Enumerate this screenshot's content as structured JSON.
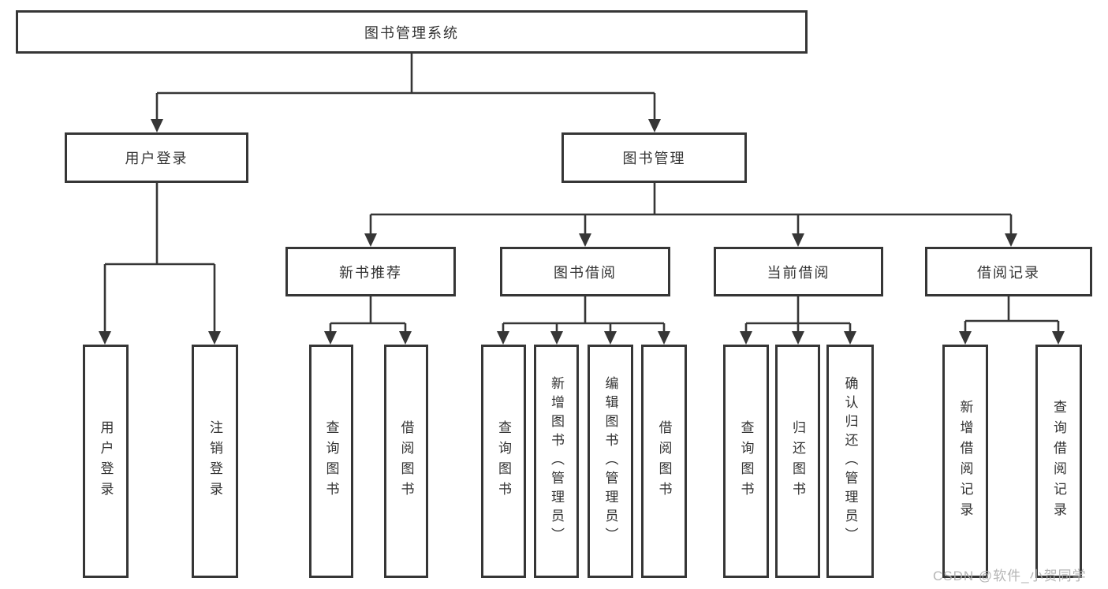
{
  "diagram": {
    "colors": {
      "line": "#363636",
      "box_border": "#363636",
      "text": "#333333",
      "background": "#ffffff",
      "watermark": "#afafaf"
    },
    "watermark": {
      "text": "CSDN @软件_小贺同学"
    },
    "tree": {
      "label": "图书管理系统",
      "children": [
        {
          "label": "用户登录",
          "children": [
            {
              "label": "用户登录"
            },
            {
              "label": "注销登录"
            }
          ]
        },
        {
          "label": "图书管理",
          "children": [
            {
              "label": "新书推荐",
              "children": [
                {
                  "label": "查询图书"
                },
                {
                  "label": "借阅图书"
                }
              ]
            },
            {
              "label": "图书借阅",
              "children": [
                {
                  "label": "查询图书"
                },
                {
                  "label": "新增图书（管理员）"
                },
                {
                  "label": "编辑图书（管理员）"
                },
                {
                  "label": "借阅图书"
                }
              ]
            },
            {
              "label": "当前借阅",
              "children": [
                {
                  "label": "查询图书"
                },
                {
                  "label": "归还图书"
                },
                {
                  "label": "确认归还（管理员）"
                }
              ]
            },
            {
              "label": "借阅记录",
              "children": [
                {
                  "label": "新增借阅记录"
                },
                {
                  "label": "查询借阅记录"
                }
              ]
            }
          ]
        }
      ]
    }
  }
}
